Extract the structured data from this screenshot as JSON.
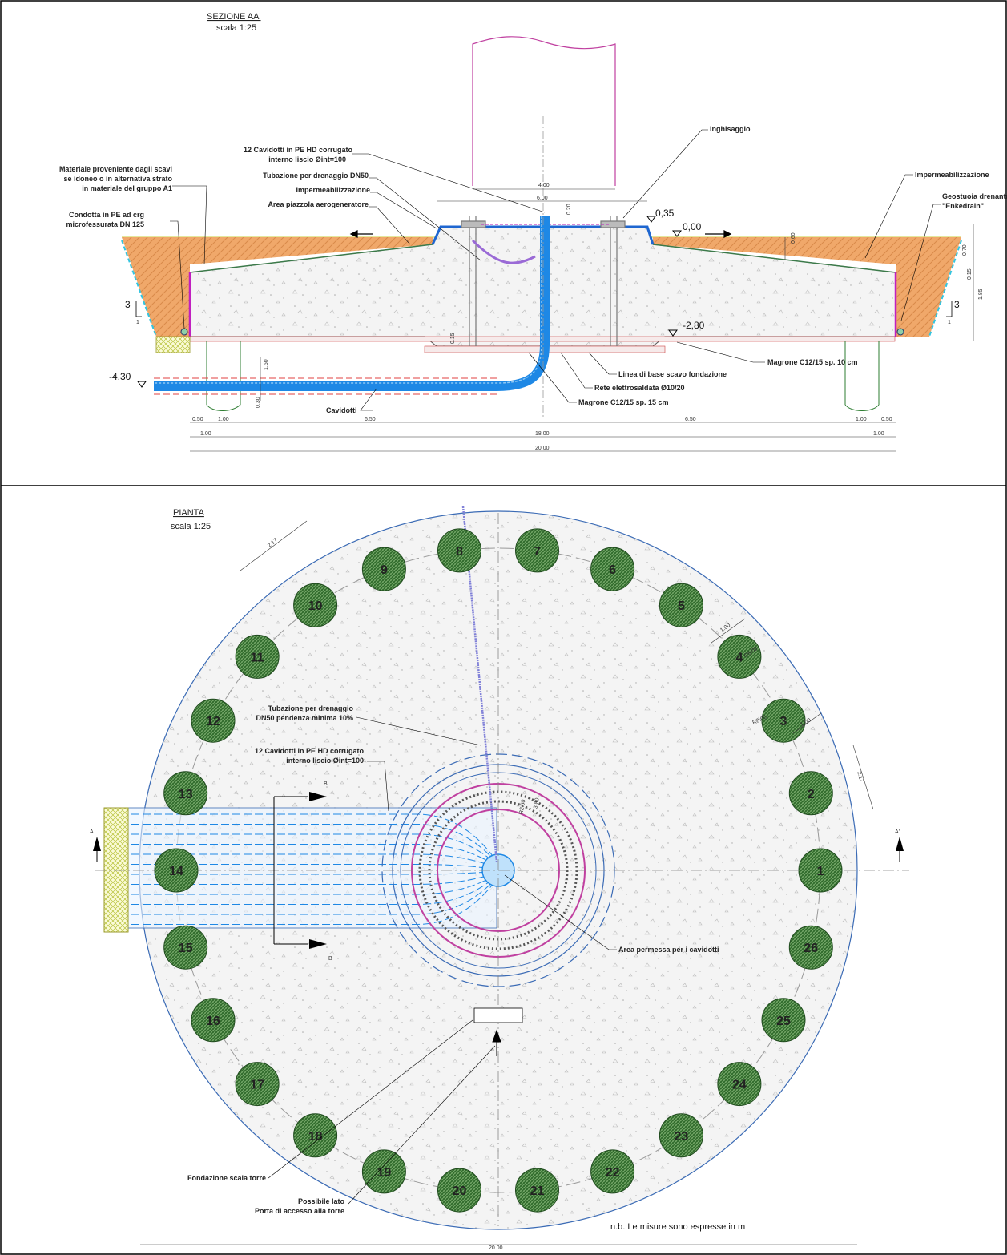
{
  "section": {
    "title": "SEZIONE AA'",
    "scale": "scala 1:25",
    "labels": {
      "materiale": [
        "Materiale proveniente dagli scavi",
        "se idoneo o in alternativa strato",
        "in materiale del gruppo A1"
      ],
      "condotta": [
        "Condotta in PE ad crg",
        "microfessurata DN 125"
      ],
      "cavidotti_pe": [
        "12 Cavidotti in PE HD corrugato",
        "interno liscio Øint=100"
      ],
      "tubazione": "Tubazione per drenaggio DN50",
      "impermeab": "Impermeabilizzazione",
      "area_piazzola": "Area piazzola aerogeneratore",
      "inghisaggio": "Inghisaggio",
      "impermeab_right": "Impermeabilizzazione",
      "geostuoia": [
        "Geostuoia drenante",
        "\"Enkedrain\""
      ],
      "magrone10": "Magrone C12/15 sp. 10 cm",
      "linea_base": "Linea di base scavo fondazione",
      "rete": "Rete elettrosaldata Ø10/20",
      "magrone15": "Magrone C12/15 sp. 15 cm",
      "cavidotti": "Cavidotti"
    },
    "levels": {
      "top": "0,35",
      "zero": "0,00",
      "bottom": "-2,80",
      "cable": "-4,30"
    },
    "slope": {
      "v": "3",
      "h": "1"
    },
    "dims": {
      "d400": "4.00",
      "d600": "6.00",
      "d020": "0.20",
      "d060": "0.60",
      "d070": "0.70",
      "d015": "0.15",
      "d185": "1.85",
      "d015b": "0.15",
      "d150": "1.50",
      "d030": "0.30",
      "d050": "0.50",
      "d100": "1.00",
      "d650": "6.50",
      "d1800": "18.00",
      "d2000": "20.00"
    }
  },
  "plan": {
    "title": "PIANTA",
    "scale": "scala 1:25",
    "pile_numbers": [
      "1",
      "2",
      "3",
      "4",
      "5",
      "6",
      "7",
      "8",
      "9",
      "10",
      "11",
      "12",
      "13",
      "14",
      "15",
      "16",
      "17",
      "18",
      "19",
      "20",
      "21",
      "22",
      "23",
      "24",
      "25",
      "26"
    ],
    "labels": {
      "tubazione": [
        "Tubazione per drenaggio",
        "DN50 pendenza minima 10%"
      ],
      "cavidotti": [
        "12 Cavidotti in PE HD corrugato",
        "interno liscio Øint=100"
      ],
      "area_permessa": "Area permessa per i cavidotti",
      "fondazione_scala": "Fondazione scala torre",
      "porta": [
        "Possibile lato",
        "Porta di accesso alla torre"
      ]
    },
    "section_marks": {
      "a": "A",
      "a_prime": "A'",
      "b": "B",
      "b_prime": "B'"
    },
    "dims": {
      "d217": "2.17",
      "d100": "1.00",
      "r600": "R6.00",
      "r800": "R8.00",
      "d2000": "20.00",
      "d300": "3.00",
      "r250": "R2.50"
    },
    "note": "n.b.  Le misure sono espresse in m"
  },
  "colors": {
    "concrete": "#f3f3f3",
    "soil": "#f0a86a",
    "pile": "#2e6b2e",
    "pile_fill": "#3b7d37",
    "cable": "#1e88e5",
    "magenta": "#c040a0",
    "frame": "#000000",
    "blue_line": "#3b6bb5"
  }
}
